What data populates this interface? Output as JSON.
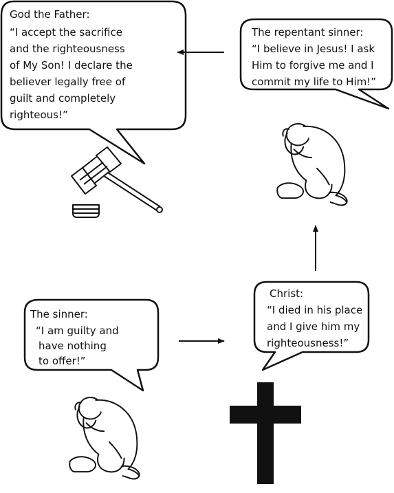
{
  "colors": {
    "ink": "#111111",
    "background": "#ffffff"
  },
  "bubbles": {
    "father": {
      "speaker": "God the Father:",
      "lines": [
        "“I accept the sacrifice",
        "and the righteousness",
        "of My Son! I declare the",
        "believer legally free of",
        "guilt and completely",
        "righteous!”"
      ]
    },
    "repentant": {
      "speaker": "The repentant sinner:",
      "lines": [
        "“I believe in Jesus! I ask",
        "Him to forgive me and I",
        "commit my life to Him!”"
      ]
    },
    "sinner": {
      "speaker": "The sinner:",
      "lines": [
        "“I am guilty and",
        "have nothing",
        "to offer!”"
      ]
    },
    "christ": {
      "speaker": "Christ:",
      "lines": [
        "“I died in his place",
        "and I give him my",
        "righteousness!”"
      ]
    }
  },
  "icons": {
    "gavel": "gavel-icon",
    "crouching_figure": "crouching-figure-icon",
    "cross": "cross-icon"
  }
}
